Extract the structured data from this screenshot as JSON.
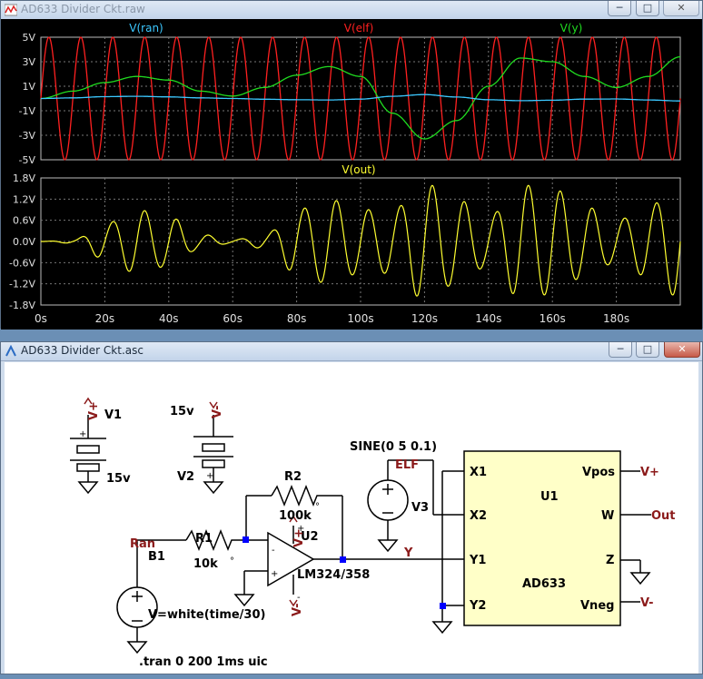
{
  "waveform_window": {
    "title": "AD633 Divider Ckt.raw",
    "top_pane": {
      "traces": [
        {
          "name": "V(ran)",
          "color": "#3cc8ff"
        },
        {
          "name": "V(elf)",
          "color": "#ff2020"
        },
        {
          "name": "V(y)",
          "color": "#20dd20"
        }
      ],
      "y_ticks": [
        "5V",
        "3V",
        "1V",
        "-1V",
        "-3V",
        "-5V"
      ]
    },
    "bottom_pane": {
      "traces": [
        {
          "name": "V(out)",
          "color": "#ffff30"
        }
      ],
      "y_ticks": [
        "1.8V",
        "1.2V",
        "0.6V",
        "0.0V",
        "-0.6V",
        "-1.2V",
        "-1.8V"
      ]
    },
    "x_ticks": [
      "0s",
      "20s",
      "40s",
      "60s",
      "80s",
      "100s",
      "120s",
      "140s",
      "160s",
      "180s"
    ]
  },
  "schematic_window": {
    "title": "AD633 Divider Ckt.asc",
    "labels": {
      "v1_name": "V1",
      "v1_value": "15v",
      "v1_plus": "V+",
      "v2_name": "V2",
      "v2_value": "15v",
      "v2_minus": "V-",
      "r1_name": "R1",
      "r1_value": "10k",
      "r2_name": "R2",
      "r2_value": "100k",
      "u2_name": "U2",
      "u2_model": "LM324/358",
      "u2_vplus": "V+",
      "u2_vminus": "V-",
      "b1_name": "B1",
      "b1_expr": "V=white(time/30)",
      "ran_net": "Ran",
      "v3_name": "V3",
      "v3_value": "SINE(0 5 0.1)",
      "elf_net": "ELF",
      "y_net": "Y",
      "u1_name": "U1",
      "u1_model": "AD633",
      "pin_x1": "X1",
      "pin_x2": "X2",
      "pin_y1": "Y1",
      "pin_y2": "Y2",
      "pin_vpos": "Vpos",
      "pin_w": "W",
      "pin_z": "Z",
      "pin_vneg": "Vneg",
      "net_vplus": "V+",
      "net_out": "Out",
      "net_vminus": "V-",
      "tran_directive": ".tran 0 200 1ms uic"
    }
  },
  "chart_data": [
    {
      "type": "line",
      "title": "",
      "xlabel": "",
      "ylabel": "",
      "x_range": [
        0,
        200
      ],
      "ylim": [
        -5,
        5
      ],
      "grid": true,
      "legend": "top",
      "series": [
        {
          "name": "V(elf)",
          "kind": "sine",
          "amplitude": 5,
          "frequency_hz": 0.1
        },
        {
          "name": "V(y)",
          "x": [
            0,
            10,
            20,
            30,
            40,
            50,
            60,
            70,
            80,
            90,
            100,
            110,
            120,
            130,
            140,
            150,
            160,
            170,
            180,
            190,
            200
          ],
          "y": [
            0,
            0.6,
            1.3,
            1.8,
            1.5,
            0.6,
            0.2,
            0.9,
            1.9,
            2.6,
            1.8,
            -1.2,
            -3.3,
            -1.8,
            1.0,
            3.3,
            3.0,
            1.8,
            0.9,
            1.8,
            3.4
          ]
        },
        {
          "name": "V(ran)",
          "x": [
            0,
            10,
            20,
            30,
            40,
            50,
            60,
            70,
            80,
            90,
            100,
            110,
            120,
            130,
            140,
            150,
            160,
            170,
            180,
            190,
            200
          ],
          "y": [
            0,
            0.05,
            0.15,
            0.18,
            0.13,
            0.05,
            0.0,
            -0.06,
            -0.1,
            -0.12,
            -0.05,
            0.18,
            0.32,
            0.12,
            -0.1,
            -0.18,
            -0.14,
            -0.05,
            -0.04,
            -0.12,
            -0.2
          ]
        }
      ]
    },
    {
      "type": "line",
      "title": "",
      "xlabel": "",
      "ylabel": "",
      "x_range": [
        0,
        200
      ],
      "ylim": [
        -1.8,
        1.8
      ],
      "grid": true,
      "legend": "top",
      "series": [
        {
          "name": "V(out)",
          "kind": "modulated",
          "carrier_frequency_hz": 0.1,
          "envelope_x": [
            0,
            10,
            20,
            30,
            40,
            50,
            60,
            70,
            80,
            90,
            100,
            110,
            120,
            130,
            140,
            150,
            160,
            170,
            180,
            190,
            200
          ],
          "envelope_y": [
            0,
            0.05,
            0.5,
            0.9,
            0.7,
            0.2,
            0.05,
            0.2,
            0.9,
            1.2,
            0.9,
            0.9,
            1.65,
            1.2,
            0.7,
            1.6,
            1.5,
            1.0,
            0.6,
            1.0,
            1.6
          ]
        }
      ]
    }
  ]
}
